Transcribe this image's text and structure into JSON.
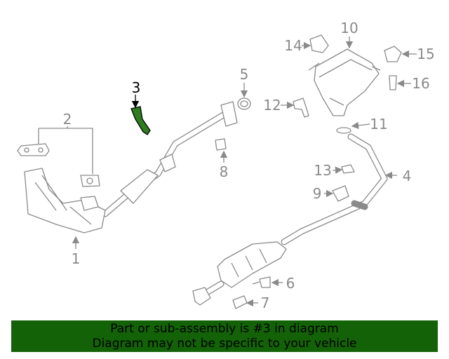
{
  "diagram": {
    "highlighted_part": "3",
    "highlight_color": "#2e7d1e",
    "callouts": [
      "1",
      "2",
      "3",
      "4",
      "5",
      "6",
      "7",
      "8",
      "9",
      "10",
      "11",
      "12",
      "13",
      "14",
      "15",
      "16"
    ]
  },
  "banner": {
    "line1": "Part or sub-assembly is #3 in diagram",
    "line2": "Diagram may not be specific to your vehicle",
    "background": "#136207"
  }
}
